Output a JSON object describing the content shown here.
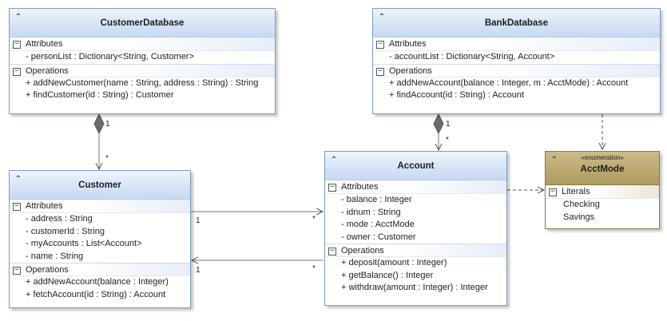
{
  "classes": {
    "customer_database": {
      "name": "CustomerDatabase",
      "attributes_label": "Attributes",
      "attributes": [
        "- personList : Dictionary<String, Customer>"
      ],
      "operations_label": "Operations",
      "operations": [
        "+ addNewCustomer(name : String, address : String) : String",
        "+ findCustomer(id : String) : Customer"
      ]
    },
    "bank_database": {
      "name": "BankDatabase",
      "attributes_label": "Attributes",
      "attributes": [
        "- accountList : Dictionary<String, Account>"
      ],
      "operations_label": "Operations",
      "operations": [
        "+ addNewAccount(balance : Integer, m : AcctMode) : Account",
        "+ findAccount(id : String) : Account"
      ]
    },
    "customer": {
      "name": "Customer",
      "attributes_label": "Attributes",
      "attributes": [
        "- address : String",
        "- customerId : String",
        "- myAccounts : List<Account>",
        "- name : String"
      ],
      "operations_label": "Operations",
      "operations": [
        "+ addNewAccount(balance : Integer)",
        "+ fetchAccount(id : String) : Account"
      ]
    },
    "account": {
      "name": "Account",
      "attributes_label": "Attributes",
      "attributes": [
        "- balance : Integer",
        "- idnum : String",
        "- mode : AcctMode",
        "- owner : Customer"
      ],
      "operations_label": "Operations",
      "operations": [
        "+ deposit(amount : Integer)",
        "+ getBalance() : Integer",
        "+ withdraw(amount : Integer) : Integer"
      ]
    }
  },
  "enumeration": {
    "stereotype": "«enumeration»",
    "name": "AcctMode",
    "literals_label": "Literals",
    "literals": [
      "Checking",
      "Savings"
    ]
  },
  "multiplicities": {
    "custdb_source": "1",
    "custdb_target": "*",
    "bankdb_source": "1",
    "bankdb_target": "*",
    "cust_to_account_source": "1",
    "cust_to_account_target": "*",
    "account_to_cust_source": "1",
    "account_to_cust_target": "*"
  },
  "glyphs": {
    "collapse": "⌃",
    "section_toggle": "−"
  }
}
